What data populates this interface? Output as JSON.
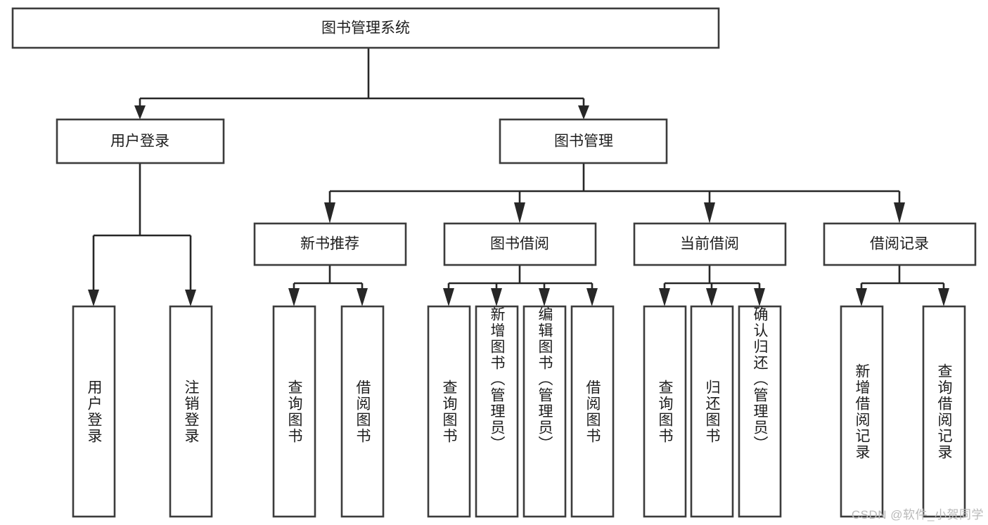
{
  "diagram": {
    "type": "tree",
    "title_node": {
      "label": "图书管理系统"
    },
    "level2": [
      {
        "label": "用户登录"
      },
      {
        "label": "图书管理"
      }
    ],
    "level3": [
      {
        "label": "新书推荐"
      },
      {
        "label": "图书借阅"
      },
      {
        "label": "当前借阅"
      },
      {
        "label": "借阅记录"
      }
    ],
    "leaves": {
      "user_login": [
        {
          "label": "用户登录"
        },
        {
          "label": "注销登录"
        }
      ],
      "new_book_recommend": [
        {
          "label": "查询图书"
        },
        {
          "label": "借阅图书"
        }
      ],
      "book_borrow": [
        {
          "label": "查询图书"
        },
        {
          "label": "新增图书（管理员）"
        },
        {
          "label": "编辑图书（管理员）"
        },
        {
          "label": "借阅图书"
        }
      ],
      "current_borrow": [
        {
          "label": "查询图书"
        },
        {
          "label": "归还图书"
        },
        {
          "label": "确认归还（管理员）"
        }
      ],
      "borrow_record": [
        {
          "label": "新增借阅记录"
        },
        {
          "label": "查询借阅记录"
        }
      ]
    }
  },
  "watermark": {
    "text": "CSDN @软件_小贺同学"
  },
  "colors": {
    "box_stroke": "#3c3c3c",
    "connector": "#272727",
    "box_fill": "#ffffff",
    "text": "#1d1d1d",
    "watermark": "#b9b9b9"
  }
}
